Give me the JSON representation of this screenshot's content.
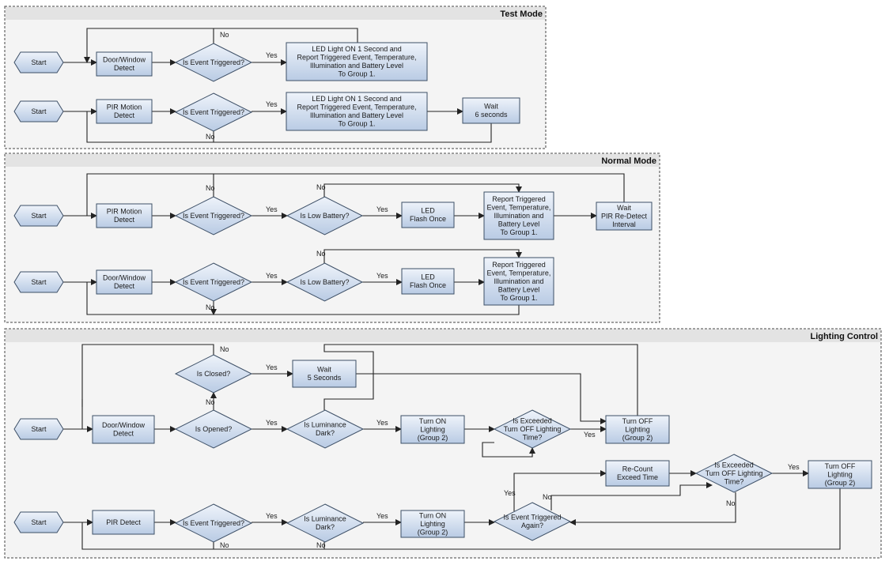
{
  "colors": {
    "node_fill_top": "#eef3fa",
    "node_fill_bottom": "#b9cbe4",
    "node_stroke": "#3d4f66",
    "group_fill": "#f4f4f4",
    "group_header": "#e3e3e3",
    "line": "#222222"
  },
  "groups": [
    {
      "id": "test",
      "title": "Test Mode"
    },
    {
      "id": "normal",
      "title": "Normal Mode"
    },
    {
      "id": "lighting",
      "title": "Lighting Control"
    }
  ],
  "nodes": [
    {
      "id": "t1_start",
      "shape": "hexagon",
      "lines": [
        "Start"
      ]
    },
    {
      "id": "t1_detect",
      "shape": "rect",
      "lines": [
        "Door/Window",
        "Detect"
      ]
    },
    {
      "id": "t1_event",
      "shape": "diamond",
      "lines": [
        "Is Event Triggered?"
      ]
    },
    {
      "id": "t1_report",
      "shape": "rect",
      "lines": [
        "LED Light ON 1 Second and",
        "Report Triggered Event, Temperature,",
        "Illumination and Battery Level",
        "To Group 1."
      ]
    },
    {
      "id": "t2_start",
      "shape": "hexagon",
      "lines": [
        "Start"
      ]
    },
    {
      "id": "t2_detect",
      "shape": "rect",
      "lines": [
        "PIR Motion",
        "Detect"
      ]
    },
    {
      "id": "t2_event",
      "shape": "diamond",
      "lines": [
        "Is Event Triggered?"
      ]
    },
    {
      "id": "t2_report",
      "shape": "rect",
      "lines": [
        "LED Light ON 1 Second and",
        "Report Triggered Event, Temperature,",
        "Illumination and Battery Level",
        "To Group 1."
      ]
    },
    {
      "id": "t2_wait",
      "shape": "rect",
      "lines": [
        "Wait",
        "6 seconds"
      ]
    },
    {
      "id": "n1_start",
      "shape": "hexagon",
      "lines": [
        "Start"
      ]
    },
    {
      "id": "n1_detect",
      "shape": "rect",
      "lines": [
        "PIR Motion",
        "Detect"
      ]
    },
    {
      "id": "n1_event",
      "shape": "diamond",
      "lines": [
        "Is Event Triggered?"
      ]
    },
    {
      "id": "n1_battery",
      "shape": "diamond",
      "lines": [
        "Is Low Battery?"
      ]
    },
    {
      "id": "n1_led",
      "shape": "rect",
      "lines": [
        "LED",
        "Flash Once"
      ]
    },
    {
      "id": "n1_report",
      "shape": "rect",
      "lines": [
        "Report Triggered",
        "Event, Temperature,",
        "Illumination and",
        "Battery Level",
        "To Group 1."
      ]
    },
    {
      "id": "n1_wait",
      "shape": "rect",
      "lines": [
        "Wait",
        "PIR Re-Detect",
        "Interval"
      ]
    },
    {
      "id": "n2_start",
      "shape": "hexagon",
      "lines": [
        "Start"
      ]
    },
    {
      "id": "n2_detect",
      "shape": "rect",
      "lines": [
        "Door/Window",
        "Detect"
      ]
    },
    {
      "id": "n2_event",
      "shape": "diamond",
      "lines": [
        "Is Event Triggered?"
      ]
    },
    {
      "id": "n2_battery",
      "shape": "diamond",
      "lines": [
        "Is Low Battery?"
      ]
    },
    {
      "id": "n2_led",
      "shape": "rect",
      "lines": [
        "LED",
        "Flash Once"
      ]
    },
    {
      "id": "n2_report",
      "shape": "rect",
      "lines": [
        "Report Triggered",
        "Event, Temperature,",
        "Illumination and",
        "Battery Level",
        "To Group 1."
      ]
    },
    {
      "id": "l1_start",
      "shape": "hexagon",
      "lines": [
        "Start"
      ]
    },
    {
      "id": "l1_detect",
      "shape": "rect",
      "lines": [
        "Door/Window",
        "Detect"
      ]
    },
    {
      "id": "l1_opened",
      "shape": "diamond",
      "lines": [
        "Is Opened?"
      ]
    },
    {
      "id": "l1_closed",
      "shape": "diamond",
      "lines": [
        "Is Closed?"
      ]
    },
    {
      "id": "l1_wait",
      "shape": "rect",
      "lines": [
        "Wait",
        "5 Seconds"
      ]
    },
    {
      "id": "l1_lum",
      "shape": "diamond",
      "lines": [
        "Is Luminance",
        "Dark?"
      ]
    },
    {
      "id": "l1_on",
      "shape": "rect",
      "lines": [
        "Turn ON",
        "Lighting",
        "(Group 2)"
      ]
    },
    {
      "id": "l1_exceed",
      "shape": "diamond",
      "lines": [
        "Is Exceeded",
        "Turn OFF Lighting",
        "Time?"
      ]
    },
    {
      "id": "l1_off",
      "shape": "rect",
      "lines": [
        "Turn OFF",
        "Lighting",
        "(Group 2)"
      ]
    },
    {
      "id": "l2_start",
      "shape": "hexagon",
      "lines": [
        "Start"
      ]
    },
    {
      "id": "l2_detect",
      "shape": "rect",
      "lines": [
        "PIR Detect"
      ]
    },
    {
      "id": "l2_event",
      "shape": "diamond",
      "lines": [
        "Is Event Triggered?"
      ]
    },
    {
      "id": "l2_lum",
      "shape": "diamond",
      "lines": [
        "Is Luminance",
        "Dark?"
      ]
    },
    {
      "id": "l2_on",
      "shape": "rect",
      "lines": [
        "Turn ON",
        "Lighting",
        "(Group 2)"
      ]
    },
    {
      "id": "l2_again",
      "shape": "diamond",
      "lines": [
        "Is Event Triggered",
        "Again?"
      ]
    },
    {
      "id": "l2_recount",
      "shape": "rect",
      "lines": [
        "Re-Count",
        "Exceed Time"
      ]
    },
    {
      "id": "l2_exceed",
      "shape": "diamond",
      "lines": [
        "Is Exceeded",
        "Turn OFF Lighting",
        "Time?"
      ]
    },
    {
      "id": "l2_off",
      "shape": "rect",
      "lines": [
        "Turn OFF",
        "Lighting",
        "(Group 2)"
      ]
    }
  ],
  "edges": [
    {
      "id": "e_t1_a",
      "label": ""
    },
    {
      "id": "e_t1_b",
      "label": ""
    },
    {
      "id": "e_t1_yes",
      "label": "Yes"
    },
    {
      "id": "e_t1_no",
      "label": "No"
    },
    {
      "id": "e_t2_a",
      "label": ""
    },
    {
      "id": "e_t2_b",
      "label": ""
    },
    {
      "id": "e_t2_yes",
      "label": "Yes"
    },
    {
      "id": "e_t2_c",
      "label": ""
    },
    {
      "id": "e_t2_no",
      "label": "No"
    },
    {
      "id": "e_t2_loop",
      "label": ""
    },
    {
      "id": "e_n1_a",
      "label": ""
    },
    {
      "id": "e_n1_b",
      "label": ""
    },
    {
      "id": "e_n1_yes1",
      "label": "Yes"
    },
    {
      "id": "e_n1_yes2",
      "label": "Yes"
    },
    {
      "id": "e_n1_c",
      "label": ""
    },
    {
      "id": "e_n1_nobat",
      "label": "No"
    },
    {
      "id": "e_n1_d",
      "label": ""
    },
    {
      "id": "e_n1_loop",
      "label": ""
    },
    {
      "id": "e_n1_no",
      "label": "No"
    },
    {
      "id": "e_n2_a",
      "label": ""
    },
    {
      "id": "e_n2_b",
      "label": ""
    },
    {
      "id": "e_n2_yes1",
      "label": "Yes"
    },
    {
      "id": "e_n2_yes2",
      "label": "Yes"
    },
    {
      "id": "e_n2_c",
      "label": ""
    },
    {
      "id": "e_n2_nobat",
      "label": "No"
    },
    {
      "id": "e_n2_no",
      "label": "No"
    },
    {
      "id": "e_l1_a",
      "label": ""
    },
    {
      "id": "e_l1_b",
      "label": ""
    },
    {
      "id": "e_l1_no_opened",
      "label": "No"
    },
    {
      "id": "e_l1_yes_closed",
      "label": "Yes"
    },
    {
      "id": "e_l1_no_closed",
      "label": "No"
    },
    {
      "id": "e_l1_wait_off",
      "label": ""
    },
    {
      "id": "e_l1_yes_opened",
      "label": "Yes"
    },
    {
      "id": "e_l1_yes_lum",
      "label": "Yes"
    },
    {
      "id": "e_l1_c",
      "label": ""
    },
    {
      "id": "e_l1_yes_exceed",
      "label": "Yes"
    },
    {
      "id": "e_l1_no_exceed",
      "label": ""
    },
    {
      "id": "e_l1_off_loop",
      "label": ""
    },
    {
      "id": "e_l1_lum_loop",
      "label": ""
    },
    {
      "id": "e_l2_a",
      "label": ""
    },
    {
      "id": "e_l2_b",
      "label": ""
    },
    {
      "id": "e_l2_yes1",
      "label": "Yes"
    },
    {
      "id": "e_l2_yes2",
      "label": "Yes"
    },
    {
      "id": "e_l2_c",
      "label": ""
    },
    {
      "id": "e_l2_yes_again",
      "label": "Yes"
    },
    {
      "id": "e_l2_d",
      "label": ""
    },
    {
      "id": "e_l2_yes_exceed",
      "label": "Yes"
    },
    {
      "id": "e_l2_no_exceed",
      "label": "No"
    },
    {
      "id": "e_l2_no_again",
      "label": "No"
    },
    {
      "id": "e_l2_no_event",
      "label": "No"
    },
    {
      "id": "e_l2_no_lum",
      "label": "No"
    },
    {
      "id": "e_l2_off_loop",
      "label": ""
    }
  ]
}
